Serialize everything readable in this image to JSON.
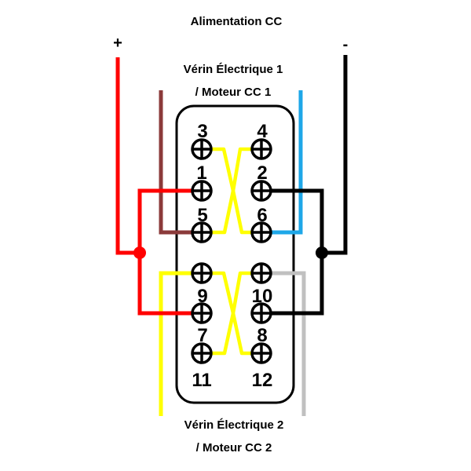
{
  "diagram": {
    "title": "Alimentation CC",
    "plus_sign": "+",
    "minus_sign": "-",
    "top_device": {
      "line1": "Vérin Électrique 1",
      "line2": "/ Moteur CC 1"
    },
    "bottom_device": {
      "line1": "Vérin Électrique 2",
      "line2": "/ Moteur CC 2"
    },
    "terminals": {
      "t1": "1",
      "t2": "2",
      "t3": "3",
      "t4": "4",
      "t5": "5",
      "t6": "6",
      "t7": "7",
      "t8": "8",
      "t9": "9",
      "t10": "10",
      "t11": "11",
      "t12": "12"
    },
    "colors": {
      "positive_wire": "#ff0000",
      "negative_wire": "#000000",
      "motor1_wire_a": "#8b3a3a",
      "motor1_wire_b": "#1ea7e8",
      "motor2_wire_a": "#ffff00",
      "motor2_wire_b": "#c0c0c0",
      "jumper_wire": "#ffff00"
    }
  }
}
